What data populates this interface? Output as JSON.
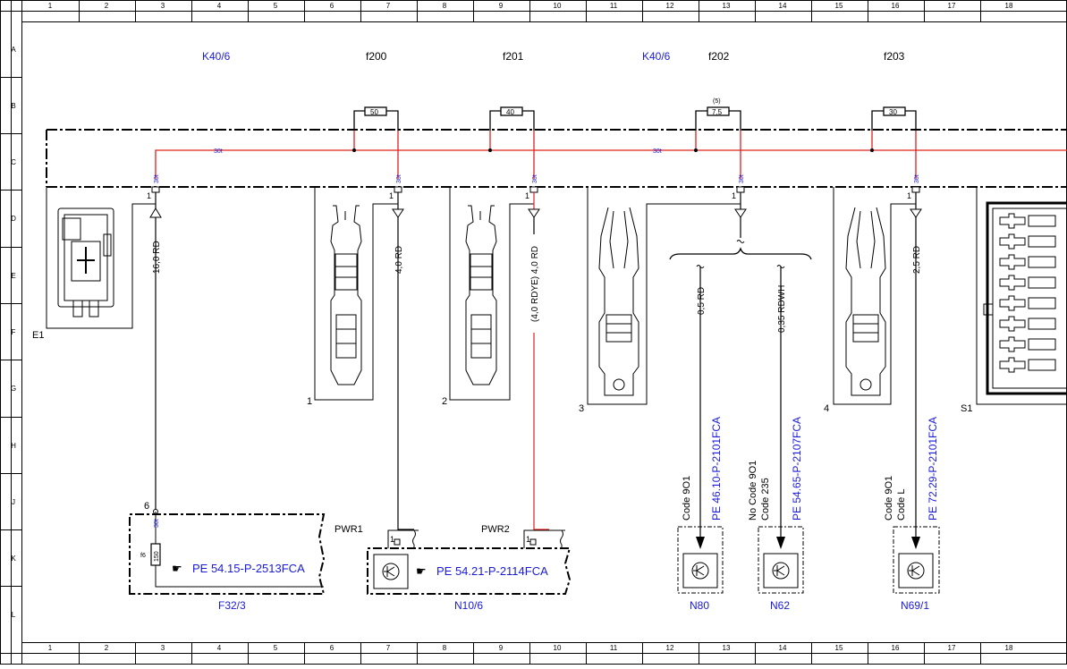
{
  "grid": {
    "columns": [
      "1",
      "2",
      "3",
      "4",
      "5",
      "6",
      "7",
      "8",
      "9",
      "10",
      "11",
      "12",
      "13",
      "14",
      "15",
      "16",
      "17",
      "18"
    ],
    "rows": [
      "A",
      "B",
      "C",
      "D",
      "E",
      "F",
      "G",
      "H",
      "J",
      "K",
      "L"
    ]
  },
  "header_labels": {
    "k40_left": "K40/6",
    "f200": "f200",
    "f201": "f201",
    "k40_right": "K40/6",
    "f202": "f202",
    "f203": "f203"
  },
  "fuses": {
    "f200_value": "50",
    "f201_value": "40",
    "f202_value": "7,5",
    "f202_note": "(5)",
    "f203_value": "30"
  },
  "bus": {
    "label_left": "30t",
    "label_right": "30t"
  },
  "pin_labels": {
    "terminal": "30t",
    "pin1": "1",
    "pin6": "6"
  },
  "wires": {
    "w_e1": "16,0 RD",
    "w_1": "4,0 RD",
    "w_2": "(4,0 RDYE) 4,0 RD",
    "w_n80": "0,5 RD",
    "w_n62": "0,35 RDWH",
    "w_n69": "2,5 RD"
  },
  "connectors": {
    "e1": "E1",
    "c1": "1",
    "c2": "2",
    "c3": "3",
    "c4": "4",
    "s1": "S1"
  },
  "code_notes": {
    "n80_line1": "Code 9O1",
    "n62_line1": "No Code 9O1",
    "n62_line2": "Code 235",
    "n69_line1": "Code 9O1",
    "n69_line2": "Code L"
  },
  "references": {
    "n80": "PE 46.10-P-2101FCA",
    "n62": "PE 54.65-P-2107FCA",
    "n69": "PE 72.29-P-2101FCA",
    "f32": "PE 54.15-P-2513FCA",
    "n10": "PE 54.21-P-2114FCA"
  },
  "components": {
    "f32_label": "F32/3",
    "f32_fuse_name": "f6",
    "f32_fuse_value": "150",
    "n10_label": "N10/6",
    "n10_pin": "1",
    "pwr1": "PWR1",
    "pwr2": "PWR2",
    "n80_label": "N80",
    "n62_label": "N62",
    "n69_label": "N69/1"
  },
  "colors": {
    "wire_red": "#e0201c",
    "link_blue": "#1a1adc",
    "frame": "#000000"
  }
}
